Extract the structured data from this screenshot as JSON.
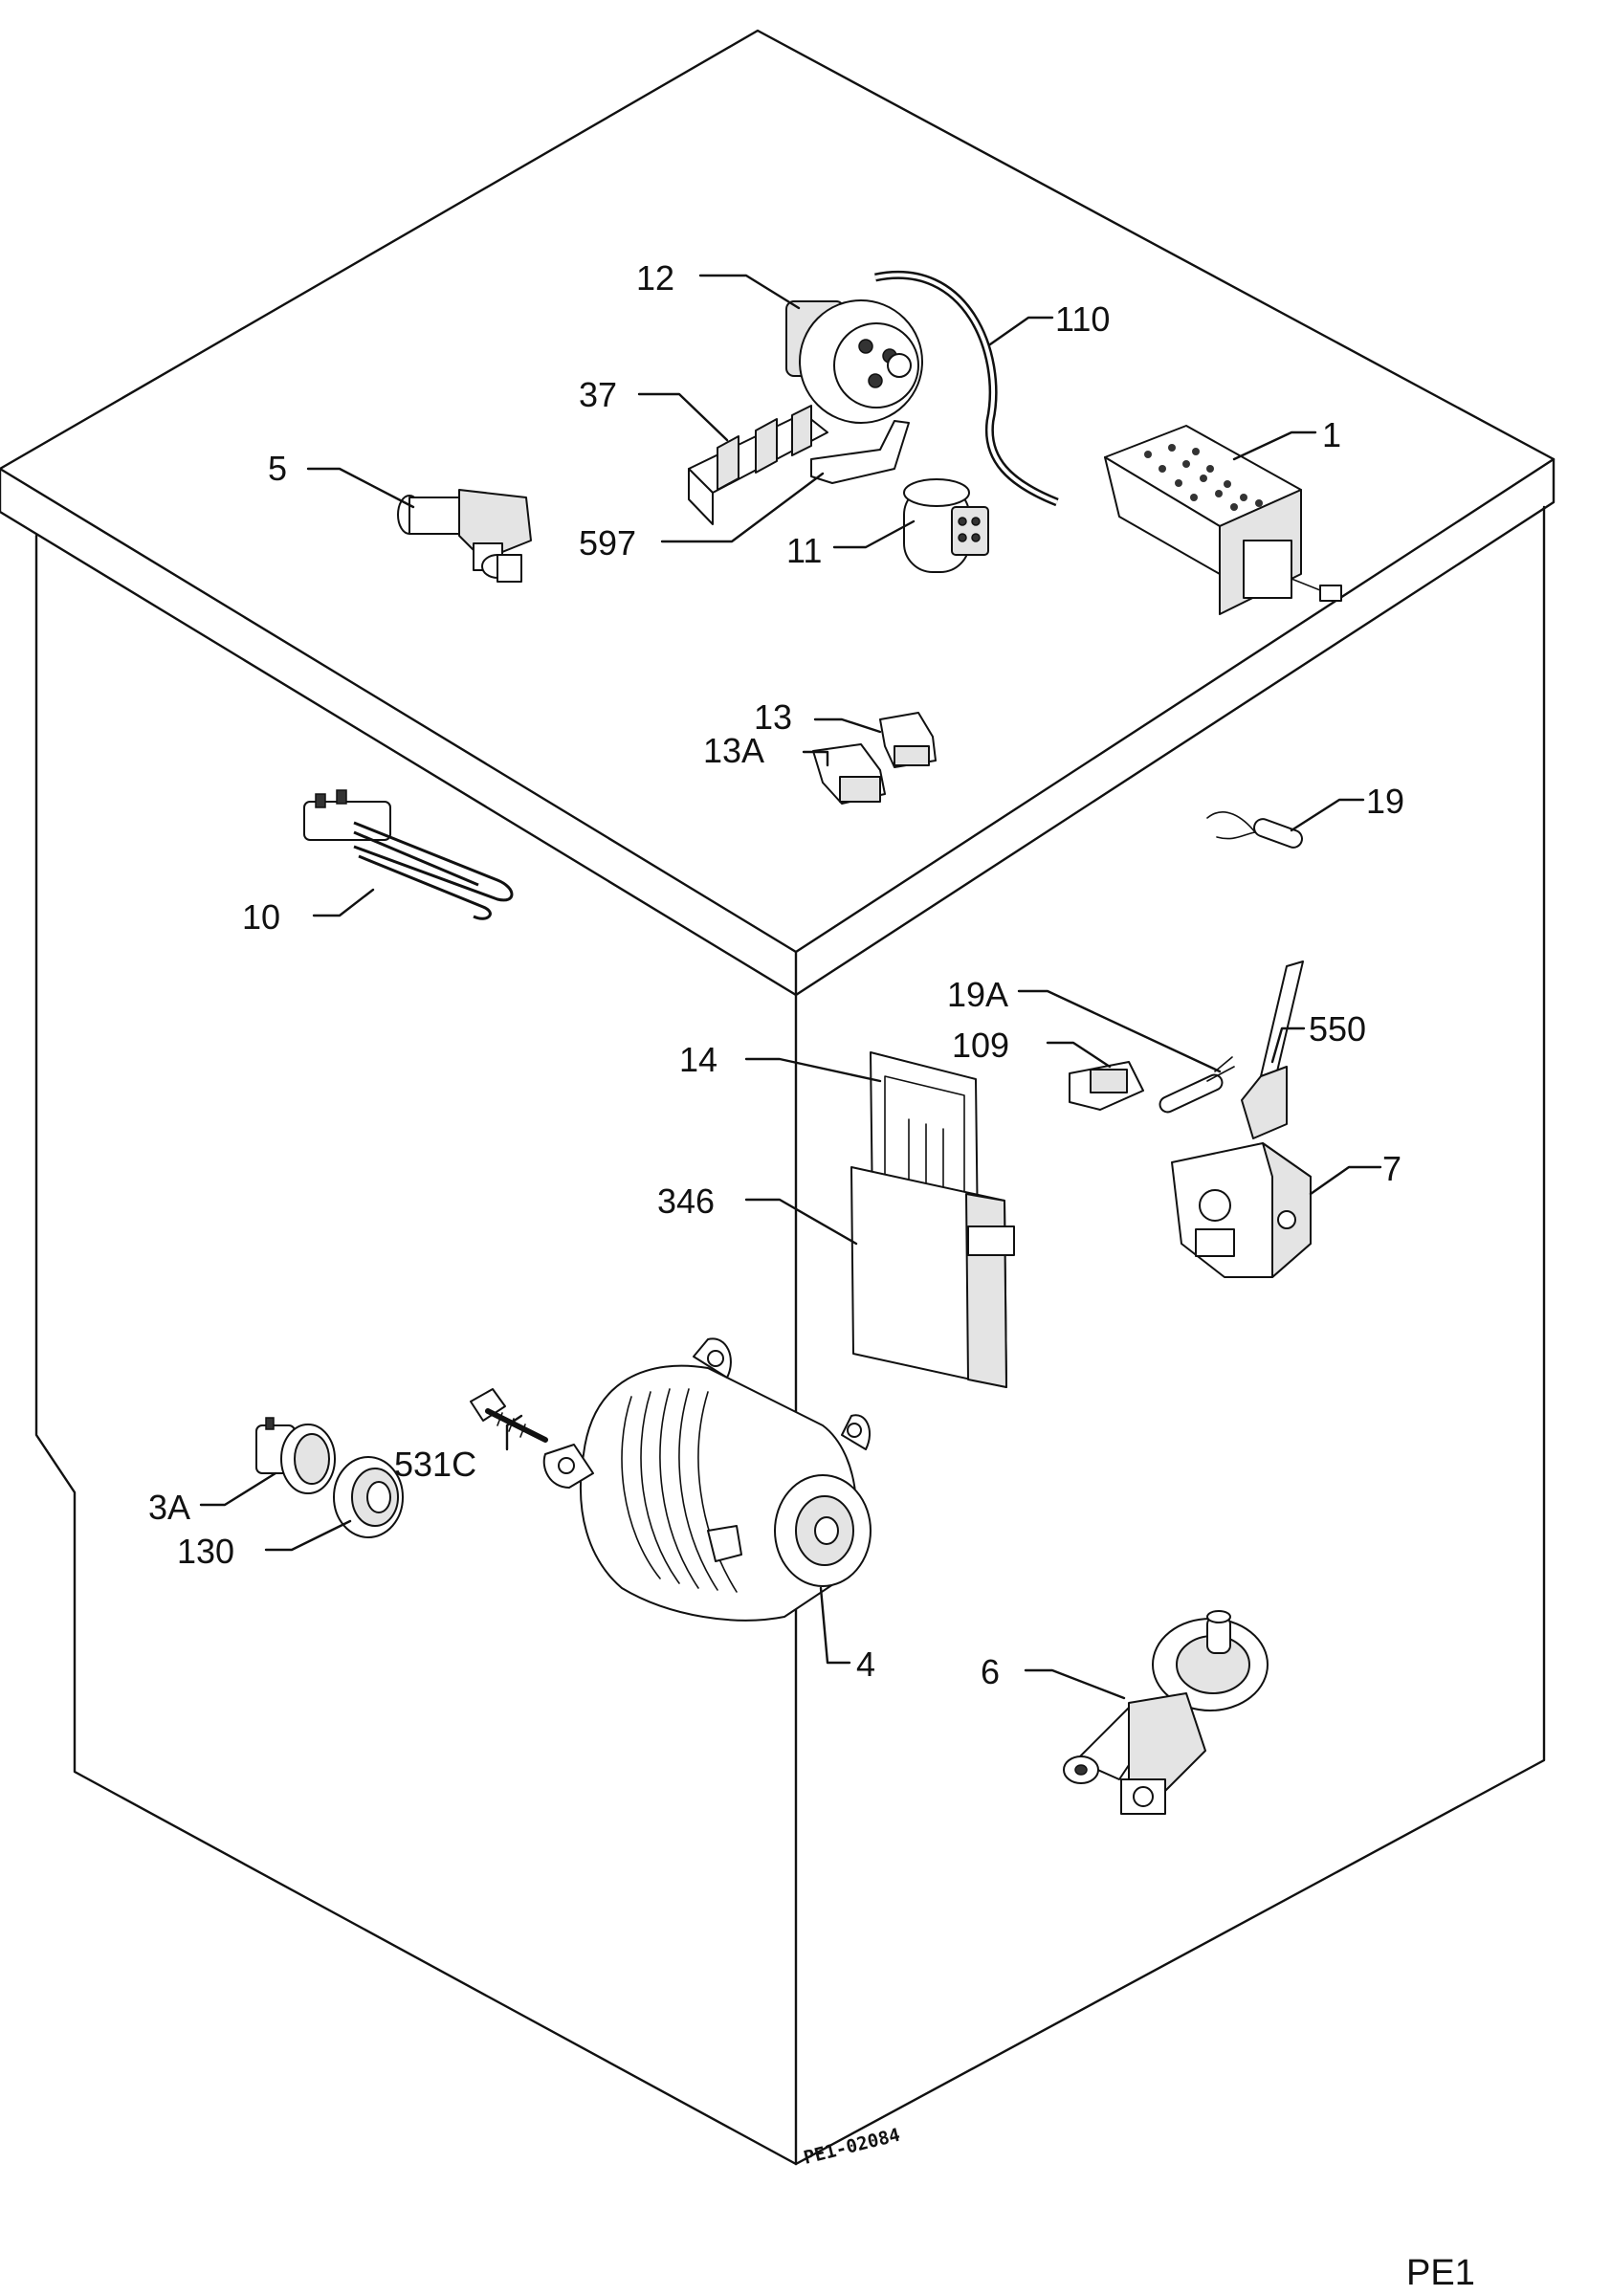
{
  "diagram": {
    "serial_code": "PE1-02084",
    "page_code": "PE1",
    "callouts": [
      {
        "id": "12",
        "label": "12"
      },
      {
        "id": "110",
        "label": "110"
      },
      {
        "id": "37",
        "label": "37"
      },
      {
        "id": "5",
        "label": "5"
      },
      {
        "id": "1",
        "label": "1"
      },
      {
        "id": "597",
        "label": "597"
      },
      {
        "id": "11",
        "label": "11"
      },
      {
        "id": "13",
        "label": "13"
      },
      {
        "id": "13A",
        "label": "13A"
      },
      {
        "id": "19",
        "label": "19"
      },
      {
        "id": "10",
        "label": "10"
      },
      {
        "id": "19A",
        "label": "19A"
      },
      {
        "id": "550",
        "label": "550"
      },
      {
        "id": "109",
        "label": "109"
      },
      {
        "id": "14",
        "label": "14"
      },
      {
        "id": "7",
        "label": "7"
      },
      {
        "id": "346",
        "label": "346"
      },
      {
        "id": "531C",
        "label": "531C"
      },
      {
        "id": "3A",
        "label": "3A"
      },
      {
        "id": "130",
        "label": "130"
      },
      {
        "id": "4",
        "label": "4"
      },
      {
        "id": "6",
        "label": "6"
      }
    ]
  }
}
